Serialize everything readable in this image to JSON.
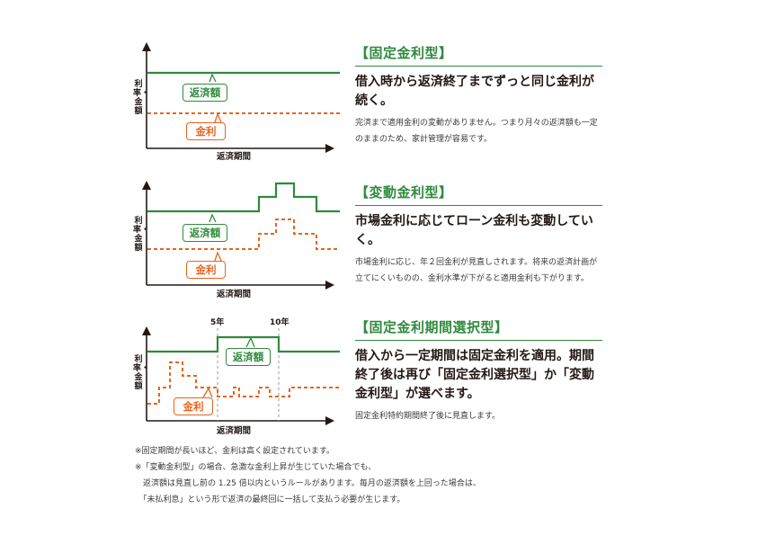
{
  "colors": {
    "green": "#2f8a3d",
    "orange": "#e8641b",
    "axis": "#231815",
    "guide": "#999999"
  },
  "diagrams": [
    {
      "ylabel": "利率・金額",
      "xlabel": "返済期間",
      "repayment_label": "返済額",
      "rate_label": "金利"
    },
    {
      "ylabel": "利率・金額",
      "xlabel": "返済期間",
      "repayment_label": "返済額",
      "rate_label": "金利"
    },
    {
      "ylabel": "利率・金額",
      "xlabel": "返済期間",
      "repayment_label": "返済額",
      "rate_label": "金利",
      "ticks": [
        "5年",
        "10年"
      ]
    }
  ],
  "panels": [
    {
      "title": "【固定金利型】",
      "lead": "借入時から返済終了までずっと同じ金利が続く。",
      "body": "完済まで適用金利の変動がありません。つまり月々の返済額も一定のままのため、家計管理が容易です。"
    },
    {
      "title": "【変動金利型】",
      "lead": "市場金利に応じてローン金利も変動していく。",
      "body": "市場金利に応じ、年２回金利が見直しされます。将来の返済計画が立てにくいものの、金利水準が下がると適用金利も下がります。"
    },
    {
      "title": "【固定金利期間選択型】",
      "lead": "借入から一定期間は固定金利を適用。期間終了後は再び「固定金利選択型」か「変動金利型」が選べます。",
      "body": "固定金利特約期間終了後に見直します。"
    }
  ],
  "notes": [
    "※固定期間が長いほど、金利は高く設定されています。",
    "※「変動金利型」の場合、急激な金利上昇が生じていた場合でも、",
    "　返済額は見直し前の 1.25 倍以内というルールがあります。毎月の返済額を上回った場合は、",
    "　「未払利息」という形で返済の最終回に一括して支払う必要が生じます。"
  ]
}
